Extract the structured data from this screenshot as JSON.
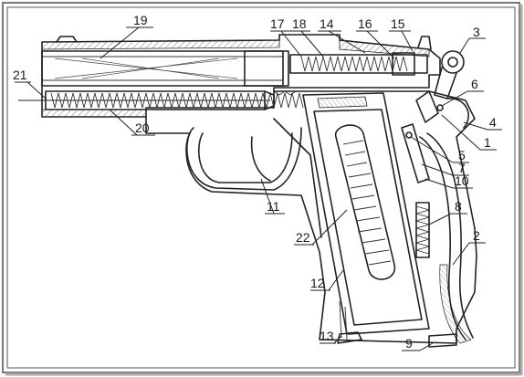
{
  "figure": {
    "border_color": "#6b6b6b",
    "ink_color": "#222222",
    "callouts": [
      {
        "id": "c1",
        "text": "1"
      },
      {
        "id": "c2",
        "text": "2"
      },
      {
        "id": "c3",
        "text": "3"
      },
      {
        "id": "c4",
        "text": "4"
      },
      {
        "id": "c5",
        "text": "5"
      },
      {
        "id": "c6",
        "text": "6"
      },
      {
        "id": "c7",
        "text": "7"
      },
      {
        "id": "c8",
        "text": "8"
      },
      {
        "id": "c9",
        "text": "9"
      },
      {
        "id": "c10",
        "text": "10"
      },
      {
        "id": "c11",
        "text": "11"
      },
      {
        "id": "c12",
        "text": "12"
      },
      {
        "id": "c13",
        "text": "13"
      },
      {
        "id": "c14",
        "text": "14"
      },
      {
        "id": "c15",
        "text": "15"
      },
      {
        "id": "c16",
        "text": "16"
      },
      {
        "id": "c17",
        "text": "17"
      },
      {
        "id": "c18",
        "text": "18"
      },
      {
        "id": "c19",
        "text": "19"
      },
      {
        "id": "c20",
        "text": "20"
      },
      {
        "id": "c21",
        "text": "21"
      },
      {
        "id": "c22",
        "text": "22"
      }
    ]
  }
}
